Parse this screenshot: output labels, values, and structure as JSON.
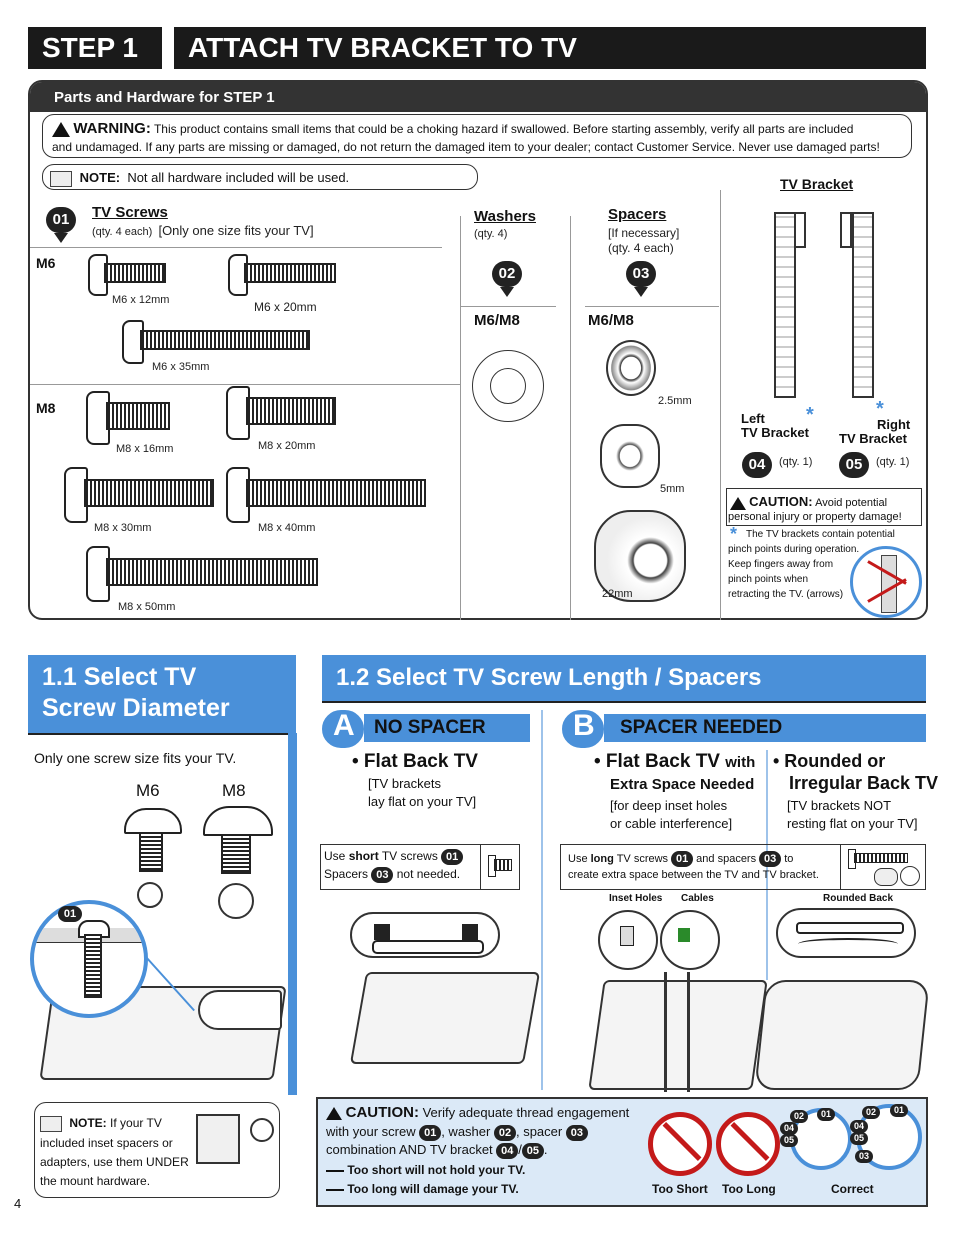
{
  "header": {
    "step_label": "STEP 1",
    "title": "ATTACH TV BRACKET TO TV"
  },
  "parts": {
    "banner": "Parts and Hardware for STEP 1",
    "warning_label": "WARNING:",
    "warning_text_1": "This product contains small items that could be a choking hazard if swallowed.",
    "warning_text_2": "Before starting assembly, verify all parts are included",
    "warning_text_3": "and undamaged. If any parts are missing or damaged, do not return the damaged item to your dealer; contact Customer Service. Never use damaged parts!",
    "note_label": "NOTE:",
    "note_text": "Not all hardware included will be used.",
    "tv_screws": {
      "num": "01",
      "title": "TV Screws",
      "qty": "(qty. 4 each)",
      "fit": "[Only one size fits your TV]",
      "m6_label": "M6",
      "m8_label": "M8",
      "m6_sizes": [
        "M6 x 12mm",
        "M6 x 20mm",
        "M6 x 35mm"
      ],
      "m8_sizes": [
        "M8 x 16mm",
        "M8 x 20mm",
        "M8 x 30mm",
        "M8 x 40mm",
        "M8 x 50mm"
      ]
    },
    "washers": {
      "num": "02",
      "title": "Washers",
      "qty": "(qty. 4)",
      "size": "M6/M8"
    },
    "spacers": {
      "num": "03",
      "title": "Spacers",
      "note": "[If necessary]",
      "qty": "(qty. 4 each)",
      "size": "M6/M8",
      "sizes": [
        "2.5mm",
        "5mm",
        "22mm"
      ]
    },
    "tv_bracket": {
      "title": "TV Bracket",
      "left_label_1": "Left",
      "left_label_2": "TV Bracket",
      "right_label_1": "Right",
      "right_label_2": "TV Bracket",
      "left_num": "04",
      "left_qty": "(qty. 1)",
      "right_num": "05",
      "right_qty": "(qty. 1)",
      "asterisk": "*"
    },
    "caution": {
      "label": "CAUTION:",
      "text_1": "Avoid potential",
      "text_2": "personal injury or property damage!",
      "pinch_1": "The TV brackets contain potential",
      "pinch_2": "pinch points during operation.",
      "pinch_3": "Keep fingers away from",
      "pinch_4": "pinch points when",
      "pinch_5": "retracting the TV. (arrows)"
    }
  },
  "section_11": {
    "title_1": "1.1 Select TV",
    "title_2": "Screw Diameter",
    "text": "Only one screw size fits your TV.",
    "m6": "M6",
    "m8": "M8",
    "num": "01",
    "note_label": "NOTE:",
    "note_1": "If your TV",
    "note_2": "included inset spacers or",
    "note_3": "adapters, use them UNDER",
    "note_4": "the mount hardware."
  },
  "section_12": {
    "title": "1.2  Select TV Screw Length / Spacers",
    "a_letter": "A",
    "a_title": "NO SPACER",
    "flat_back": "• Flat Back TV",
    "flat_back_1": "[TV brackets",
    "flat_back_2": "lay flat on your TV]",
    "use_pre": "Use",
    "use_short": "short",
    "use_mid": "TV screws",
    "use_01": "01",
    "spacers_txt": "Spacers",
    "spacers_03": "03",
    "not_needed": "not needed.",
    "b_letter": "B",
    "b_title": "SPACER NEEDED",
    "flat_with": "• Flat Back TV",
    "with": "with",
    "extra": "Extra Space Needed",
    "extra_1": "[for deep inset holes",
    "extra_2": "or cable interference]",
    "rounded_1": "• Rounded or",
    "rounded_2": "Irregular Back TV",
    "rounded_3": "[TV brackets NOT",
    "rounded_4": "resting flat on your TV]",
    "long_pre": "Use",
    "long": "long",
    "long_mid": "TV screws",
    "long_01": "01",
    "and_spacers": "and spacers",
    "long_03": "03",
    "to": "to",
    "long_2": "create extra space between the TV and TV bracket.",
    "inset_holes": "Inset Holes",
    "cables": "Cables",
    "rounded_back": "Rounded Back"
  },
  "caution2": {
    "label": "CAUTION:",
    "text_1": "Verify adequate thread engagement",
    "text_2a": "with your screw",
    "n01": "01",
    "text_2b": ", washer",
    "n02": "02",
    "text_2c": ", spacer",
    "n03": "03",
    "text_3a": "combination AND TV bracket",
    "n04": "04",
    "slash": "/",
    "n05": "05",
    "dot": ".",
    "short_line": "Too short will not hold your TV.",
    "long_line": "Too long will damage your TV.",
    "too_short": "Too Short",
    "too_long": "Too Long",
    "correct": "Correct"
  },
  "page_number": "4"
}
